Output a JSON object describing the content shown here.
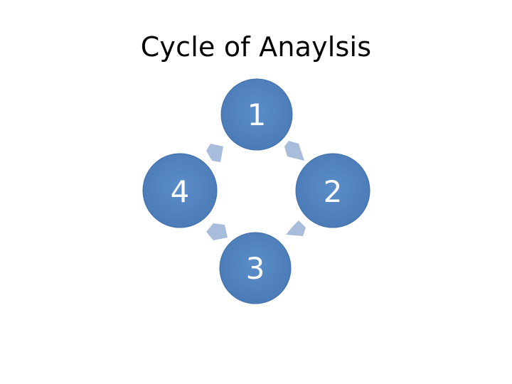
{
  "title": "Cycle of Anaylsis",
  "nodes": [
    {
      "id": "node-1",
      "label": "1"
    },
    {
      "id": "node-2",
      "label": "2"
    },
    {
      "id": "node-3",
      "label": "3"
    },
    {
      "id": "node-4",
      "label": "4"
    }
  ],
  "colors": {
    "node_fill": "#4F81BD",
    "node_stroke": "#3A6A9E",
    "arrow_fill": "#A7BDDB"
  }
}
